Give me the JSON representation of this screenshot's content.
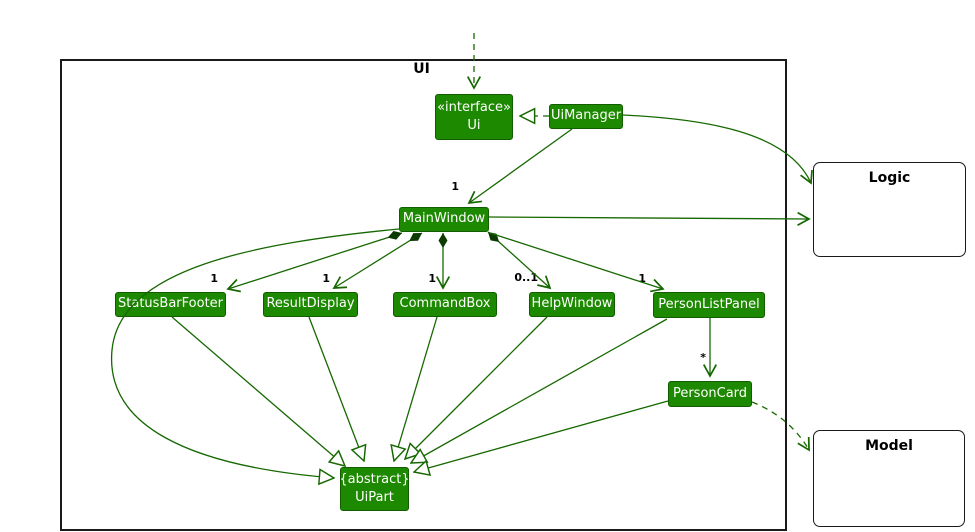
{
  "container": {
    "label": "UI"
  },
  "colors": {
    "box_fill": "#1D8900",
    "box_border": "#115D00",
    "line": "#166800",
    "diamond_fill": "#0B3B00",
    "box_text": "#FFFFFF",
    "label_text": "#000000"
  },
  "boxes": {
    "interface_ui": {
      "stereotype": "«interface»",
      "name": "Ui"
    },
    "uimanager": {
      "name": "UiManager"
    },
    "mainwindow": {
      "name": "MainWindow"
    },
    "statusbarfooter": {
      "name": "StatusBarFooter"
    },
    "resultdisplay": {
      "name": "ResultDisplay"
    },
    "commandbox": {
      "name": "CommandBox"
    },
    "helpwindow": {
      "name": "HelpWindow"
    },
    "personlistpanel": {
      "name": "PersonListPanel"
    },
    "personcard": {
      "name": "PersonCard"
    },
    "uipart": {
      "modifier": "{abstract}",
      "name": "UiPart"
    }
  },
  "external": {
    "logic": {
      "label": "Logic"
    },
    "model": {
      "label": "Model"
    }
  },
  "multiplicities": {
    "uimanager_mainwindow": "1",
    "mainwindow_statusbarfooter": "1",
    "mainwindow_resultdisplay": "1",
    "mainwindow_commandbox": "1",
    "mainwindow_helpwindow": "0..1",
    "mainwindow_personlistpanel": "1",
    "personlistpanel_personcard": "*"
  },
  "relationships": [
    "external-dependency arrow into Ui (dashed)",
    "UiManager ..|> Ui (realization)",
    "UiManager --> 1 MainWindow",
    "UiManager --> Logic",
    "MainWindow --> Logic",
    "MainWindow *--> 1 StatusBarFooter",
    "MainWindow *--> 1 ResultDisplay",
    "MainWindow *--> 1 CommandBox",
    "MainWindow *--> 0..1 HelpWindow",
    "MainWindow *--> 1 PersonListPanel",
    "PersonListPanel --> * PersonCard",
    "PersonCard ..> Model (dashed)",
    "MainWindow --|> UiPart",
    "StatusBarFooter --|> UiPart",
    "ResultDisplay --|> UiPart",
    "CommandBox --|> UiPart",
    "HelpWindow --|> UiPart",
    "PersonListPanel --|> UiPart",
    "PersonCard --|> UiPart"
  ]
}
